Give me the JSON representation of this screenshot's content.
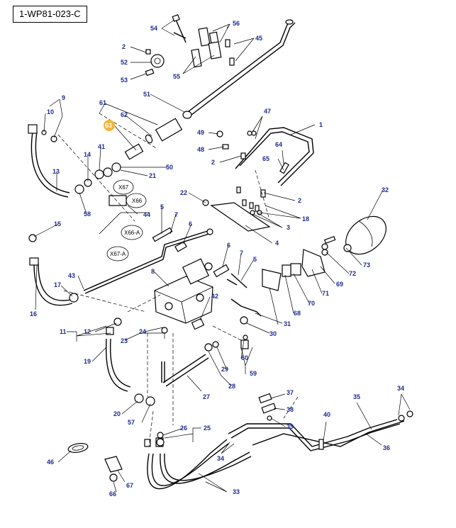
{
  "reference_code": "1-WP81-023-C",
  "callouts": {
    "c1": "1",
    "c2a": "2",
    "c2b": "2",
    "c2c": "2",
    "c3": "3",
    "c4": "4",
    "c5a": "5",
    "c5b": "5",
    "c6a": "6",
    "c6b": "6",
    "c7a": "7",
    "c7b": "7",
    "c8": "8",
    "c9": "9",
    "c10": "10",
    "c11": "11",
    "c12": "12",
    "c13": "13",
    "c14": "14",
    "c15": "15",
    "c16": "16",
    "c17": "17",
    "c18": "18",
    "c19": "19",
    "c20": "20",
    "c21": "21",
    "c22": "22",
    "c23": "23",
    "c24": "24",
    "c25": "25",
    "c26": "26",
    "c27": "27",
    "c28": "28",
    "c29": "29",
    "c30": "30",
    "c31": "31",
    "c32": "32",
    "c33": "33",
    "c34a": "34",
    "c34b": "34",
    "c35": "35",
    "c36": "36",
    "c37": "37",
    "c38": "38",
    "c39": "39",
    "c40": "40",
    "c41": "41",
    "c42": "42",
    "c43": "43",
    "c44": "44",
    "c45": "45",
    "c46": "46",
    "c47": "47",
    "c48": "48",
    "c49": "49",
    "c50": "50",
    "c51": "51",
    "c52": "52",
    "c53": "53",
    "c54": "54",
    "c55": "55",
    "c56": "56",
    "c57": "57",
    "c58": "58",
    "c59": "59",
    "c60": "60",
    "c61": "61",
    "c62": "62",
    "c63": "63",
    "c64": "64",
    "c65": "65",
    "c66": "66",
    "c67": "67",
    "c68": "68",
    "c69": "69",
    "c70": "70",
    "c71": "71",
    "c72": "72",
    "c73": "73"
  },
  "connectors": {
    "x67": "X67",
    "x66": "X66",
    "x66a": "X66-A",
    "x67a": "X67-A"
  },
  "highlight_color": "#f2b43c",
  "callout_color": "#1f2b8f"
}
